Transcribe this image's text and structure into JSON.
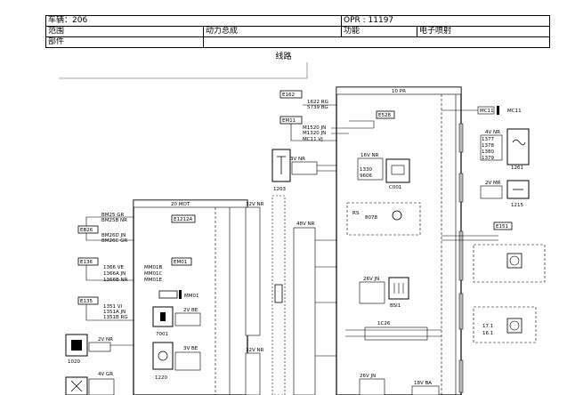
{
  "header": {
    "vehicle_label": "车辆：206",
    "opr_label": "OPR : 11197",
    "scope_label": "范围",
    "scope_value": "动力总成",
    "function_label": "功能",
    "function_value": "电子喷射",
    "part_label": "部件"
  },
  "page_title": "线路",
  "diagram": {
    "top_right_box": "10 PR",
    "left_box": "20 MOT",
    "labels": {
      "e162": "E162",
      "e162_wire": "1622 RG",
      "e162_sub": "5739 BG",
      "em11": "EM11",
      "em11_w1": "M1520 JN",
      "em11_w2": "M1320 JN",
      "em11_w3": "MC11 VJ",
      "e528": "E528",
      "c001": "C001",
      "n1203": "1203",
      "n1261": "1261",
      "n1215": "1215",
      "mc11": "MC11",
      "n8078": "8078",
      "n1020": "1020",
      "n7001": "7001",
      "n1220": "1220",
      "bsi1": "BSI1",
      "e151": "E151",
      "e1212a": "E1212A",
      "eb26": "EB26",
      "e136": "E136",
      "em01": "EM01",
      "e135": "E135",
      "mm01": "MM01",
      "conn_3v_nr": "3V NR",
      "conn_16v_nr": "16V NR",
      "conn_4v_nr": "4V NR",
      "conn_2v_mr": "2V MR",
      "conn_48v_nr": "48V NR",
      "conn_32v_nr": "32V NR",
      "conn_26v_jn": "26V JN",
      "conn_1c26": "1C26",
      "conn_18v_ba": "18V BA",
      "conn_2v_be": "2V BE",
      "conn_3v_be": "3V BE",
      "conn_4v_gr": "4V GR",
      "conn_2v_nr": "2V NR",
      "eb_wires": [
        "BM25 GR",
        "BM25B NR",
        "BM26D JN",
        "BM26C GR"
      ],
      "e136_wires": [
        "1366 VE",
        "1366A JN",
        "1366B NR"
      ],
      "e135_wires": [
        "1351 VI",
        "1351A JN",
        "1351B RG"
      ],
      "mm01_wires": [
        "MM01B",
        "MM01C",
        "MM01E"
      ],
      "rs": "RS",
      "bsi_side": [
        "17.1",
        "16.1"
      ],
      "c001_wires": [
        "1330",
        "9606"
      ],
      "right_wires": [
        "1377",
        "1378",
        "1380",
        "1379"
      ]
    }
  }
}
